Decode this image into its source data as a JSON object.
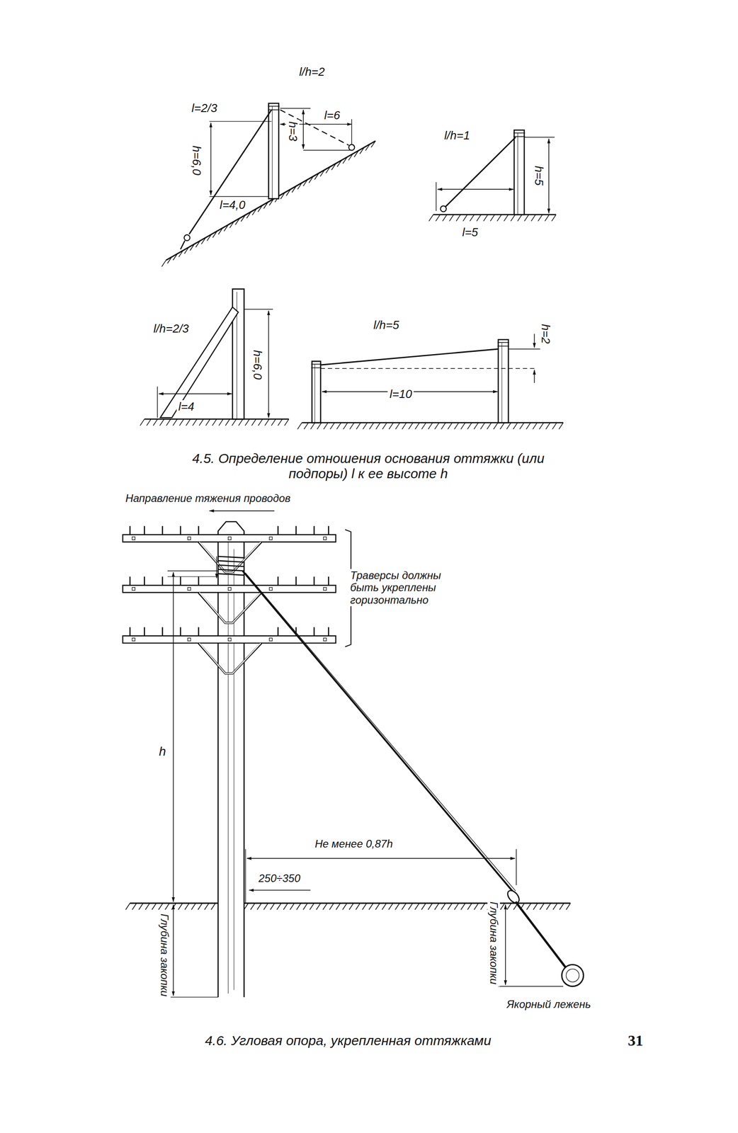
{
  "diagram": {
    "labels": [
      "l/h=2",
      "l=2/3",
      "l=6",
      "h=6,0",
      "h=3",
      "l=4,0",
      "l/h=1",
      "h=5",
      "l=5",
      "l/h=2/3",
      "h=6,0",
      "l=4",
      "l/h=5",
      "h=2",
      "l=10",
      "4.5. Определение отношения основания оттяжки (или подпоры) l к ее высоте h",
      "Направление тяжения проводов",
      "Траверсы должны быть укреплены горизонтально",
      "h",
      "Не менее 0,87h",
      "250÷350",
      "Глубина закопки",
      "Глубина закопки",
      "Якорный лежень",
      "4.6. Угловая опора, укрепленная оттяжками",
      "31"
    ]
  }
}
